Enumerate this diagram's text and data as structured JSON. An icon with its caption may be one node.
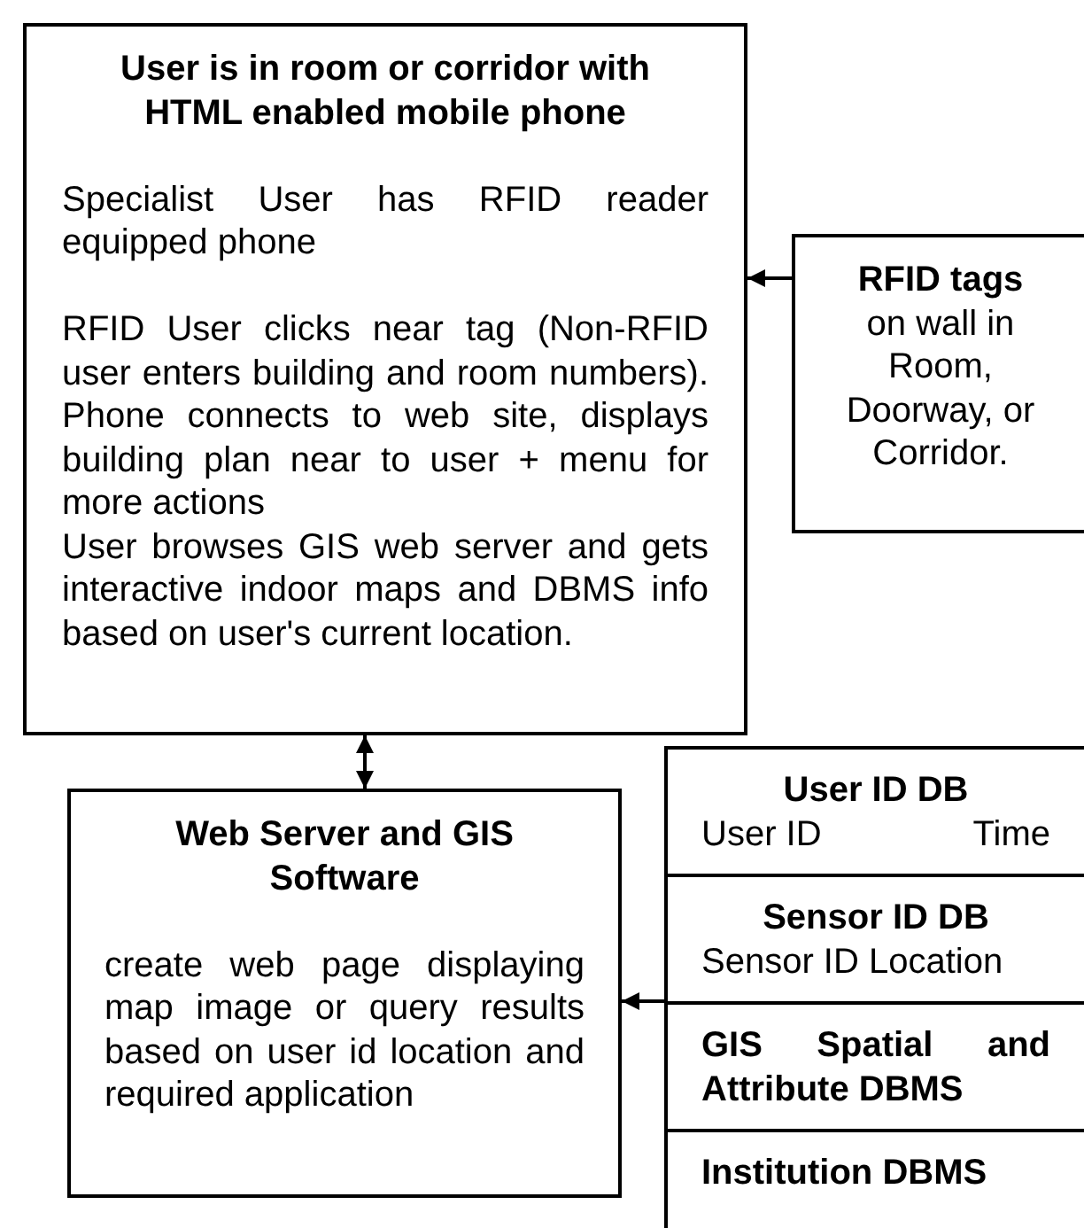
{
  "diagram": {
    "nodes": [
      {
        "text": [
          "User is in room or corridor with HTML enabled mobile phone",
          "Specialist User has RFID reader equipped phone",
          "RFID User clicks near tag (Non-RFID user enters building and room numbers). Phone connects to web site, displays building plan near to user + menu for more actions",
          "User browses GIS web server and gets interactive indoor maps and DBMS info based on user's current location."
        ]
      },
      {
        "text": [
          "RFID tags",
          "on wall in Room, Doorway, or Corridor."
        ]
      },
      {
        "text": [
          "Web Server and GIS Software",
          "create web page displaying map image or query results based on user id location and required application"
        ]
      },
      {
        "text": [],
        "shape": "box"
      },
      {
        "text": [
          "User ID DB",
          "User ID",
          "Time"
        ],
        "in": 3
      },
      {
        "text": [
          "Sensor ID DB",
          "Sensor ID Location"
        ],
        "in": 3
      },
      {
        "text": [
          "GIS Spatial and Attribute DBMS"
        ],
        "in": 3
      },
      {
        "text": [
          "Institution DBMS"
        ],
        "in": 3
      }
    ],
    "edges": [
      {
        "from": 1,
        "to": 0,
        "arrow": "to"
      },
      {
        "from": 0,
        "to": 2,
        "arrow": "both"
      },
      {
        "from": 3,
        "to": 2,
        "arrow": "to"
      }
    ]
  }
}
